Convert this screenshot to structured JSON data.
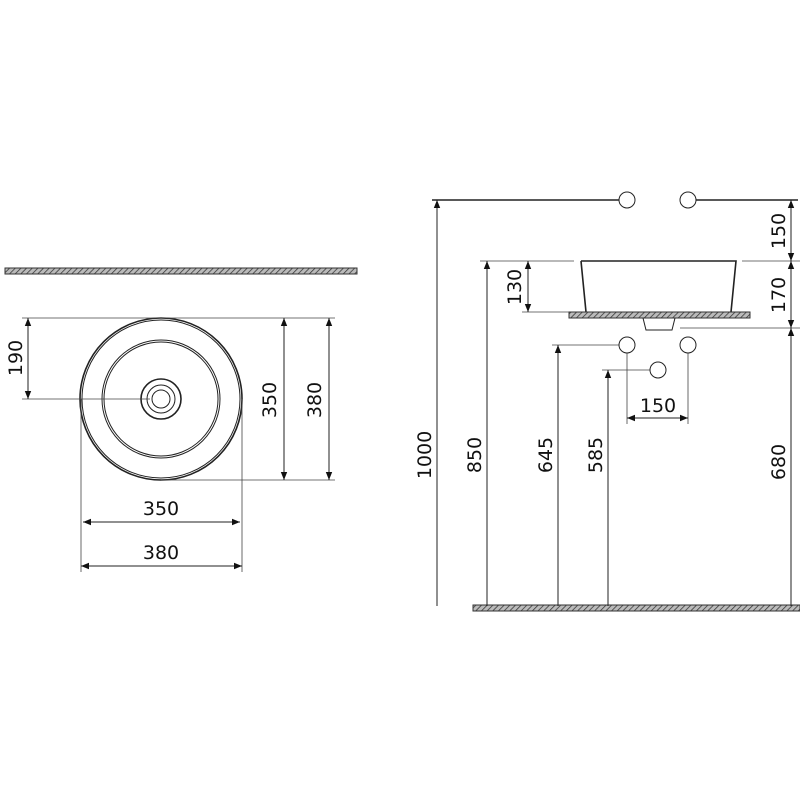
{
  "plan_view": {
    "dims": {
      "drain_offset": "190",
      "inner_height": "350",
      "outer_height": "380",
      "inner_width": "350",
      "outer_width": "380"
    }
  },
  "elevation_view": {
    "dims": {
      "total_height": "1000",
      "basin_top_height": "850",
      "basin_height": "130",
      "supply_height": "645",
      "waste_height": "585",
      "tap_above_basin": "150",
      "basin_to_counter": "170",
      "counter_height": "680",
      "supply_spacing": "150"
    }
  },
  "colors": {
    "line": "#222222",
    "background": "#ffffff"
  }
}
